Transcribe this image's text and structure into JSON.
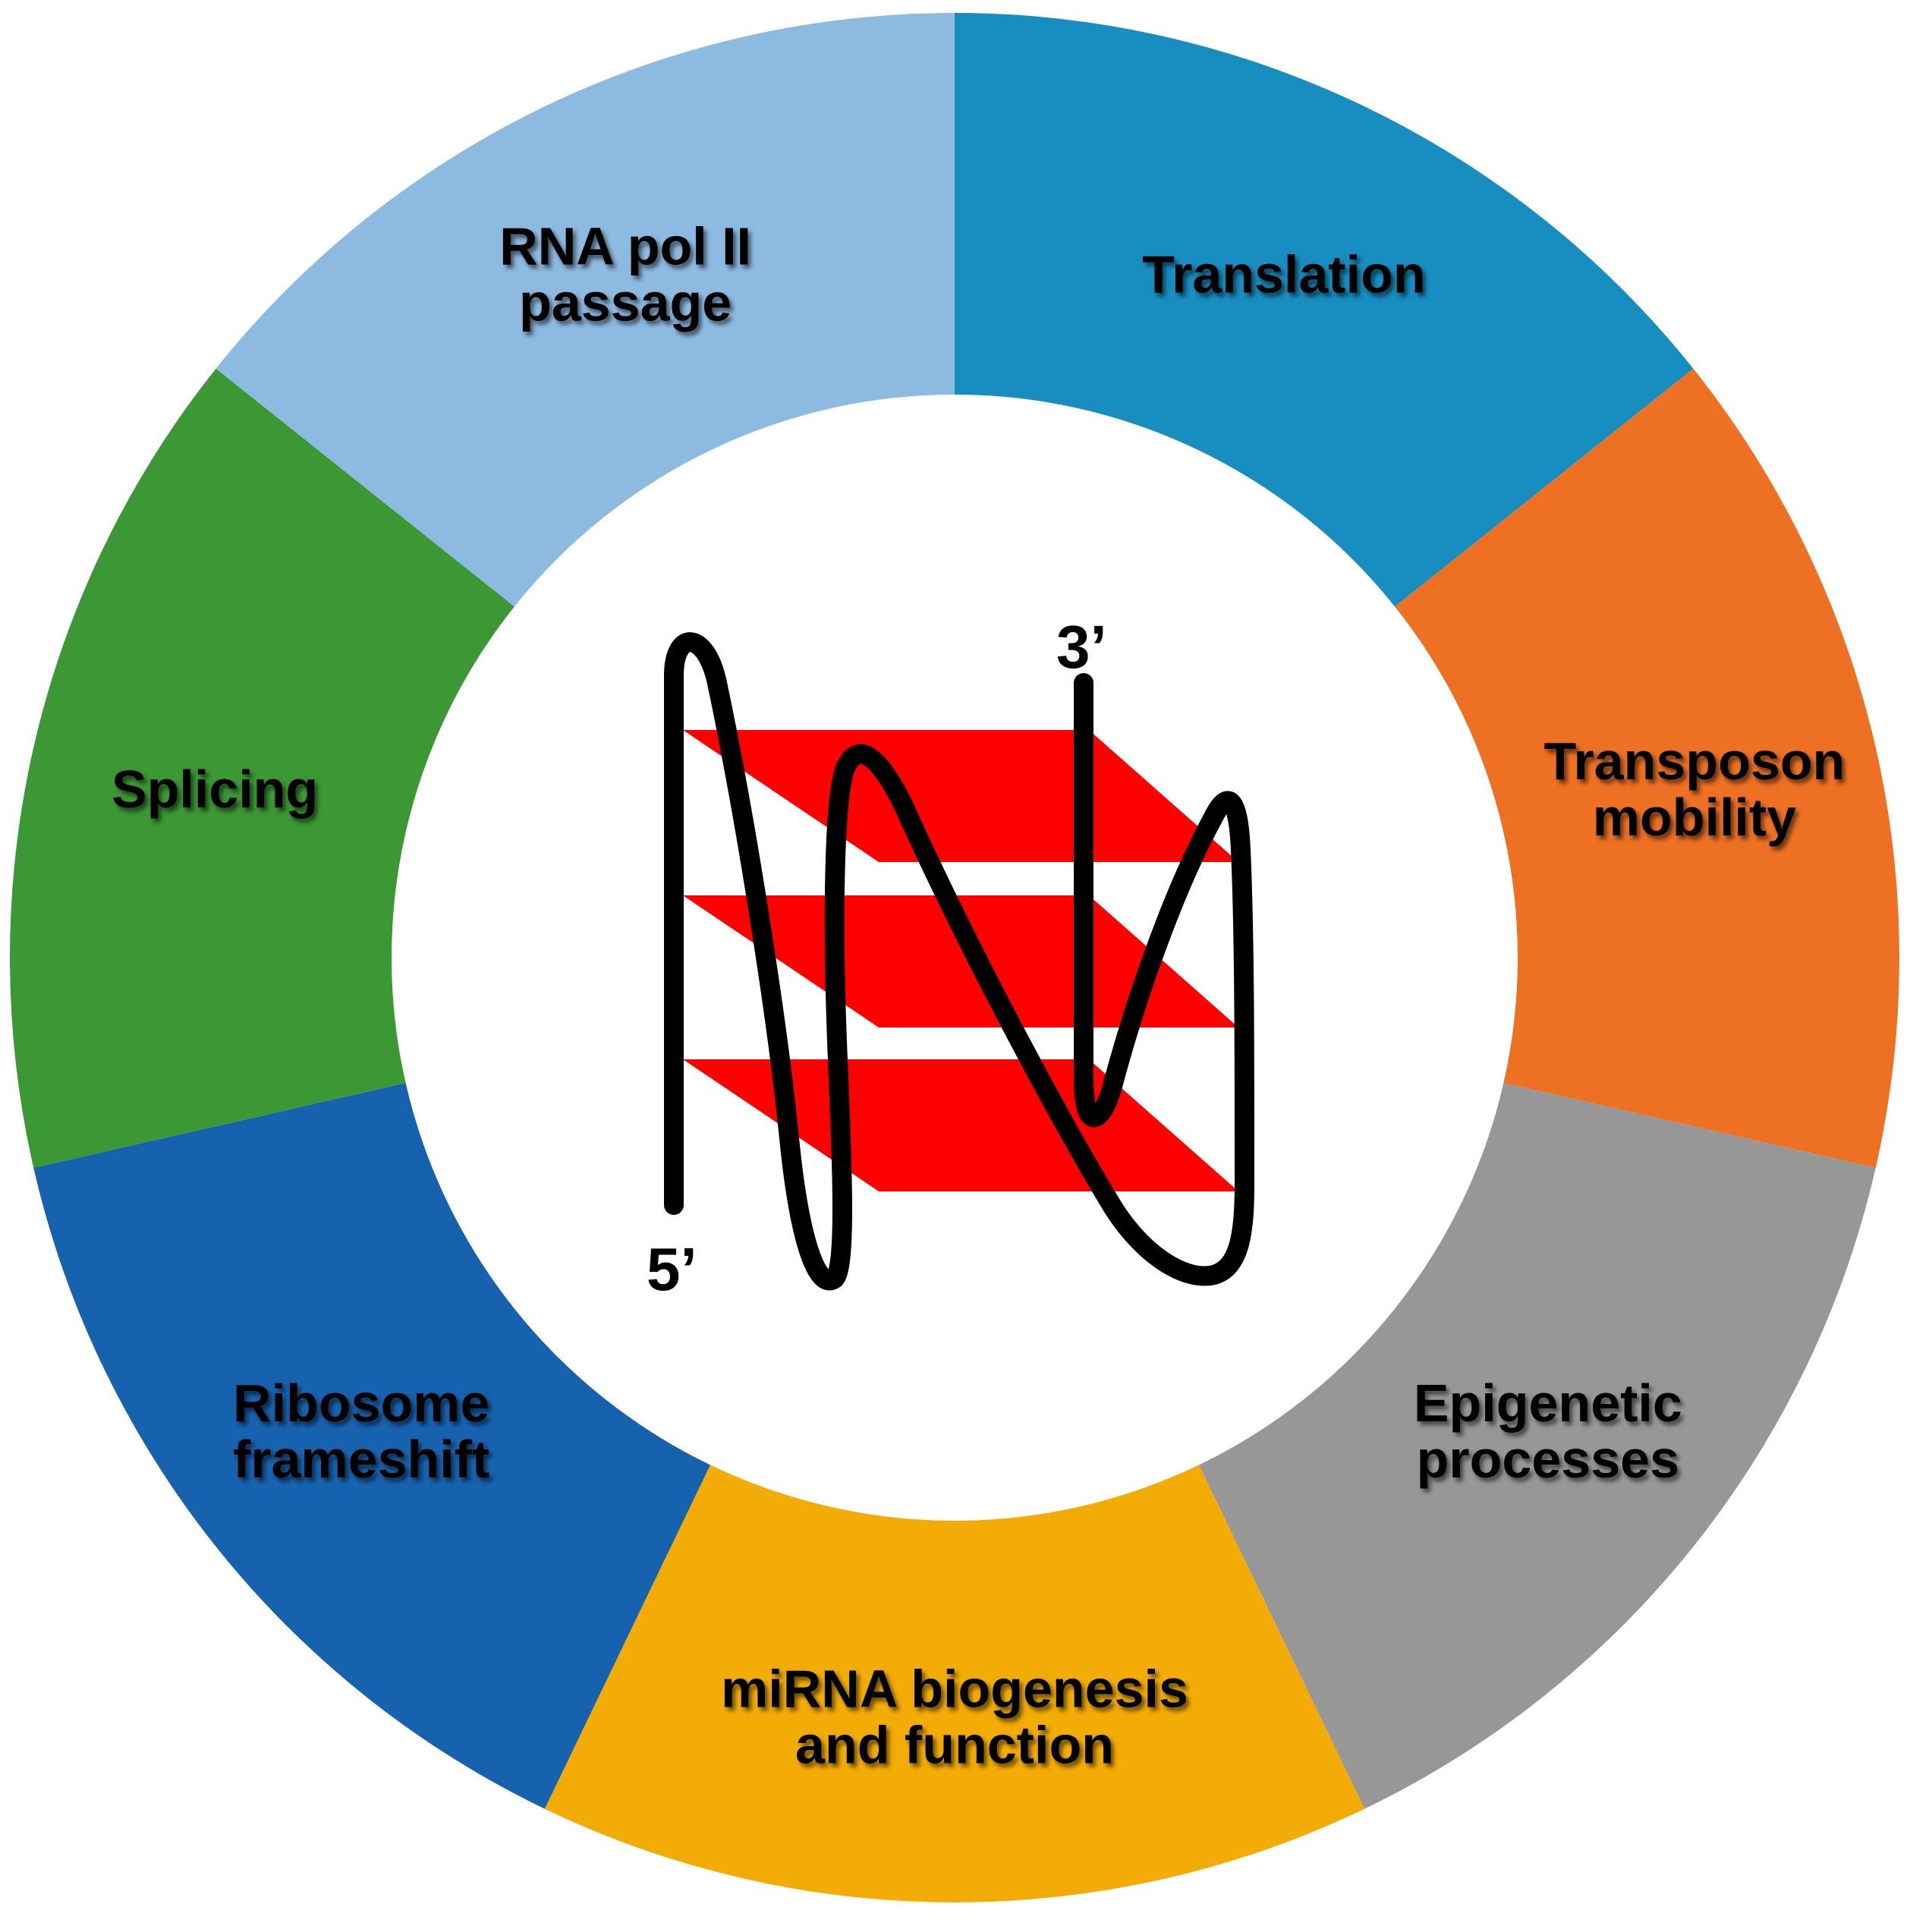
{
  "segments": [
    {
      "id": "translation",
      "lines": [
        "Translation"
      ],
      "color": "#178dc0"
    },
    {
      "id": "transposon-mobility",
      "lines": [
        "Transposon",
        "mobility"
      ],
      "color": "#ee7023"
    },
    {
      "id": "epigenetic-processes",
      "lines": [
        "Epigenetic",
        "processes"
      ],
      "color": "#979797"
    },
    {
      "id": "mirna-biogenesis",
      "lines": [
        "miRNA biogenesis",
        "and function"
      ],
      "color": "#f3ab06"
    },
    {
      "id": "ribosome-frameshift",
      "lines": [
        "Ribosome",
        "frameshift"
      ],
      "color": "#1662af"
    },
    {
      "id": "splicing",
      "lines": [
        "Splicing"
      ],
      "color": "#3b9834"
    },
    {
      "id": "rna-pol-ii-passage",
      "lines": [
        "RNA pol II",
        "passage"
      ],
      "color": "#8dbae1"
    }
  ],
  "center": {
    "five_prime_label": "5’",
    "three_prime_label": "3’",
    "strand_color": "#000000",
    "tetrad_color": "#ff0000"
  }
}
